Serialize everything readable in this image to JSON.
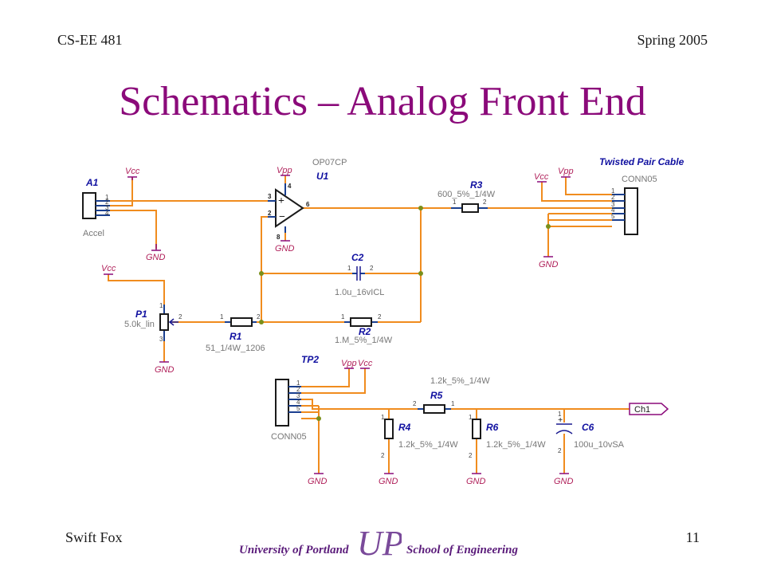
{
  "header": {
    "course": "CS-EE 481",
    "term": "Spring 2005"
  },
  "title": "Schematics – Analog Front End",
  "footer": {
    "author": "Swift Fox",
    "page": "11",
    "university": "University of Portland",
    "school": "School of Engineering",
    "logo_text": "UP"
  },
  "schematic": {
    "components": {
      "a1": {
        "ref": "A1",
        "value": "Accel",
        "pins": [
          "1",
          "2",
          "3",
          "4"
        ]
      },
      "u1": {
        "ref": "U1",
        "value": "OP07CP",
        "pin_plus": "3",
        "pin_minus": "2",
        "pin_out": "6",
        "pin_top": "4",
        "pin_bot": "8"
      },
      "r3": {
        "ref": "R3",
        "value": "600_5%_1/4W",
        "pin1": "1",
        "pin2": "2"
      },
      "j1": {
        "ref": "Twisted Pair Cable",
        "value": "CONN05",
        "pins": [
          "1",
          "2",
          "3",
          "4",
          "5"
        ]
      },
      "c2": {
        "ref": "C2",
        "value": "1.0u_16vICL",
        "pin1": "1",
        "pin2": "2"
      },
      "p1": {
        "ref": "P1",
        "value": "5.0k_lin",
        "pin1": "1",
        "pin2": "2",
        "pin3": "3"
      },
      "r1": {
        "ref": "R1",
        "value": "51_1/4W_1206",
        "pin1": "1",
        "pin2": "2"
      },
      "r2": {
        "ref": "R2",
        "value": "1.M_5%_1/4W",
        "pin1": "1",
        "pin2": "2"
      },
      "tp2": {
        "ref": "TP2",
        "value": "CONN05",
        "pins": [
          "1",
          "2",
          "3",
          "4",
          "5"
        ]
      },
      "r5": {
        "ref": "R5",
        "value": "1.2k_5%_1/4W",
        "pin1": "2",
        "pin2": "1"
      },
      "r4": {
        "ref": "R4",
        "value": "1.2k_5%_1/4W",
        "pin1": "1",
        "pin2": "2"
      },
      "r6": {
        "ref": "R6",
        "value": "1.2k_5%_1/4W",
        "pin1": "1",
        "pin2": "2"
      },
      "c6": {
        "ref": "C6",
        "value": "100u_10vSA",
        "pin1": "1",
        "pin2": "2"
      },
      "ch1": {
        "label": "Ch1"
      }
    },
    "power": {
      "vcc_a1": "Vcc",
      "gnd_a1": "GND",
      "vpp_u1": "Vpp",
      "gnd_u1": "GND",
      "vcc_j1": "Vcc",
      "vpp_j1": "Vpp",
      "gnd_j1": "GND",
      "vcc_p1": "Vcc",
      "gnd_p1": "GND",
      "vpp_tp2": "Vpp",
      "vcc_tp2": "Vcc",
      "gnd_tp2": "GND",
      "gnd_r4": "GND",
      "gnd_r6": "GND",
      "gnd_c6": "GND"
    }
  }
}
